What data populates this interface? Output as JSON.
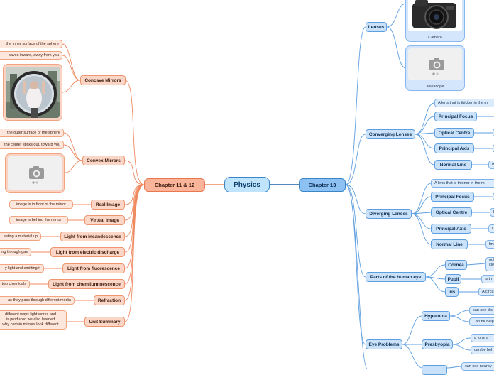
{
  "root": "Physics",
  "left_chapter": "Chapter 11 & 12",
  "right_chapter": "Chapter 13",
  "colors": {
    "orange_line": "#ef8a60",
    "blue_line": "#5f9fe0",
    "link_root": "#1f5fa8"
  },
  "left": {
    "concave": {
      "label": "Concave Mirrors",
      "l1": "the inner surface of the sphere",
      "l2": "caves inward, away from you",
      "image": "person-behind-concave-mirror"
    },
    "convex": {
      "label": "Convex Mirrors",
      "l1": "the outer surface of the sphere",
      "l2": "the center sticks out, toward you",
      "image": "camera-placeholder-icon"
    },
    "real": {
      "label": "Real Image",
      "l1": "image is in front of the mirror"
    },
    "virtual": {
      "label": "Virtual Image",
      "l1": "image is behind the mirror"
    },
    "incandescence": {
      "label": "Light from incandescence",
      "l1": "eating a material up"
    },
    "discharge": {
      "label": "Light from electric discharge",
      "l1": "ng through gas"
    },
    "fluorescence": {
      "label": "Light from fluorescence",
      "l1": "y light and emitting it"
    },
    "chemiluminescence": {
      "label": "Light from chemiluminescence",
      "l1": "two chemicals"
    },
    "refraction": {
      "label": "Refraction",
      "l1": "as they pass through different media"
    },
    "summary": {
      "label": "Unit Summary",
      "l1": "different ways light works and",
      "l2": "is produced we also learned",
      "l3": "why certain mirrors look different"
    }
  },
  "right": {
    "lenses": {
      "label": "Lenses",
      "camera": "Camera",
      "telescope": "Telescope"
    },
    "converging": {
      "label": "Converging Lenses",
      "l1": "A lens that is thicker in the m",
      "focus": "Principal Focus",
      "centre": "Optical Centre",
      "axis": "Principal Axis",
      "normal": "Normal Line",
      "normal_stub": "Ir"
    },
    "diverging": {
      "label": "Diverging Lenses",
      "l1": "A lens that is thinner in the mi",
      "focus": "Principal Focus",
      "centre": "Optical Centre",
      "centre_stub": "P",
      "axis": "Principal Axis",
      "axis_stub": "La",
      "normal": "Normal Line",
      "normal_stub": "Ima"
    },
    "eye": {
      "label": "Parts of the human eye",
      "cornea": "Cornea",
      "cornea_l1": "out",
      "cornea_l2": "cle",
      "pupil": "Pupil",
      "pupil_l1": "is th",
      "iris": "Iris",
      "iris_l1": "A circu"
    },
    "problems": {
      "label": "Eye Problems",
      "hyperopia": "Hyperopia",
      "hyp_l1": "can see dis",
      "hyp_l2": "Can be help",
      "presbyopia": "Presbyopia",
      "pres_l1": "a form a f",
      "pres_l2": "can be hel",
      "myopia_l1": "can see nearby"
    }
  }
}
